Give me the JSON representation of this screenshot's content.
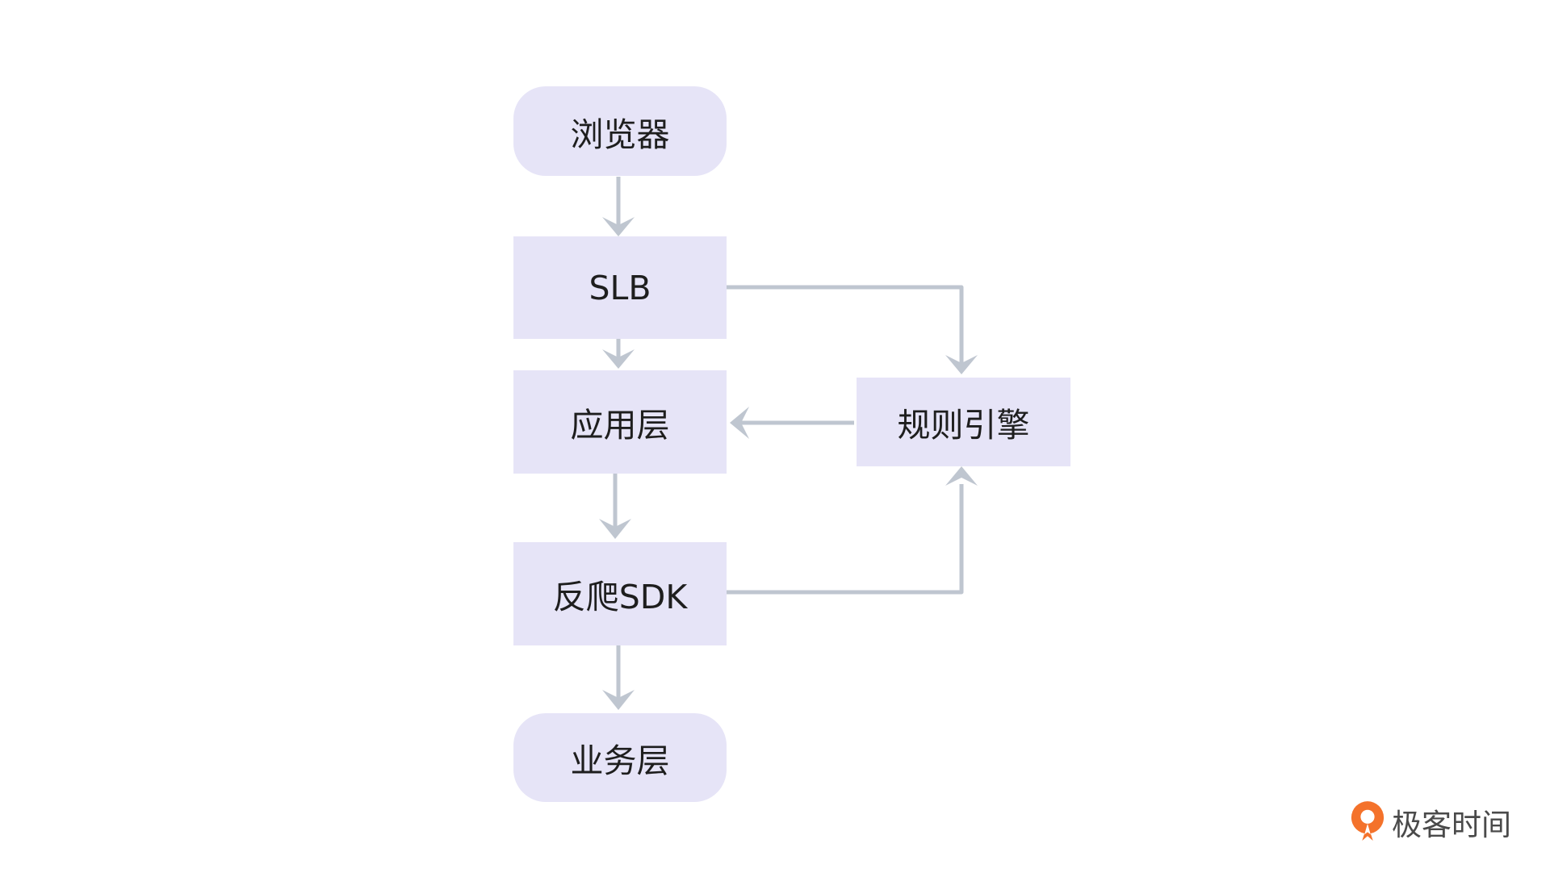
{
  "diagram": {
    "colors": {
      "node_fill": "#e6e4f7",
      "edge": "#bfc6d0",
      "text": "#1e1e1e"
    },
    "nodes": {
      "browser": "浏览器",
      "slb": "SLB",
      "app_layer": "应用层",
      "anti_crawler_sdk": "反爬SDK",
      "business_layer": "业务层",
      "rule_engine": "规则引擎"
    },
    "edges": [
      {
        "from": "browser",
        "to": "slb"
      },
      {
        "from": "slb",
        "to": "app_layer"
      },
      {
        "from": "app_layer",
        "to": "anti_crawler_sdk"
      },
      {
        "from": "anti_crawler_sdk",
        "to": "business_layer"
      },
      {
        "from": "slb",
        "to": "rule_engine"
      },
      {
        "from": "rule_engine",
        "to": "app_layer"
      },
      {
        "from": "anti_crawler_sdk",
        "to": "rule_engine"
      }
    ]
  },
  "watermark": {
    "text": "极客时间",
    "brand_color": "#f4722b",
    "icon": "geektime-logo-icon"
  }
}
